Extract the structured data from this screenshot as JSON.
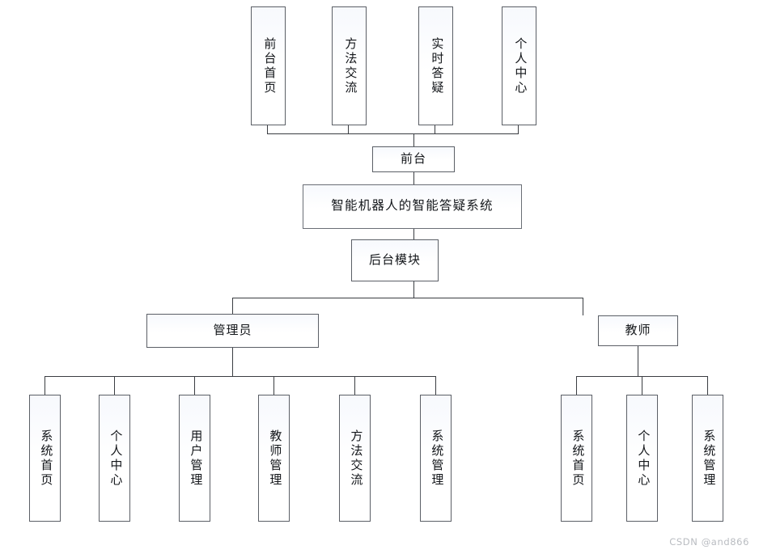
{
  "diagram": {
    "type": "tree",
    "title": "智能机器人的智能答疑系统",
    "watermark": "CSDN @and866",
    "root": {
      "label": "智能机器人的智能答疑系统"
    },
    "frontend": {
      "label": "前台",
      "children": [
        {
          "label": "前台首页"
        },
        {
          "label": "方法交流"
        },
        {
          "label": "实时答疑"
        },
        {
          "label": "个人中心"
        }
      ]
    },
    "backend": {
      "label": "后台模块",
      "groups": [
        {
          "label": "管理员",
          "children": [
            {
              "label": "系统首页"
            },
            {
              "label": "个人中心"
            },
            {
              "label": "用户管理"
            },
            {
              "label": "教师管理"
            },
            {
              "label": "方法交流"
            },
            {
              "label": "系统管理"
            }
          ]
        },
        {
          "label": "教师",
          "children": [
            {
              "label": "系统首页"
            },
            {
              "label": "个人中心"
            },
            {
              "label": "系统管理"
            }
          ]
        }
      ]
    },
    "colors": {
      "border": "#5b5f66",
      "line": "#3a3d42",
      "fill": "#f7f9fd",
      "text": "#13161a",
      "watermark": "#b9bcc1"
    }
  }
}
